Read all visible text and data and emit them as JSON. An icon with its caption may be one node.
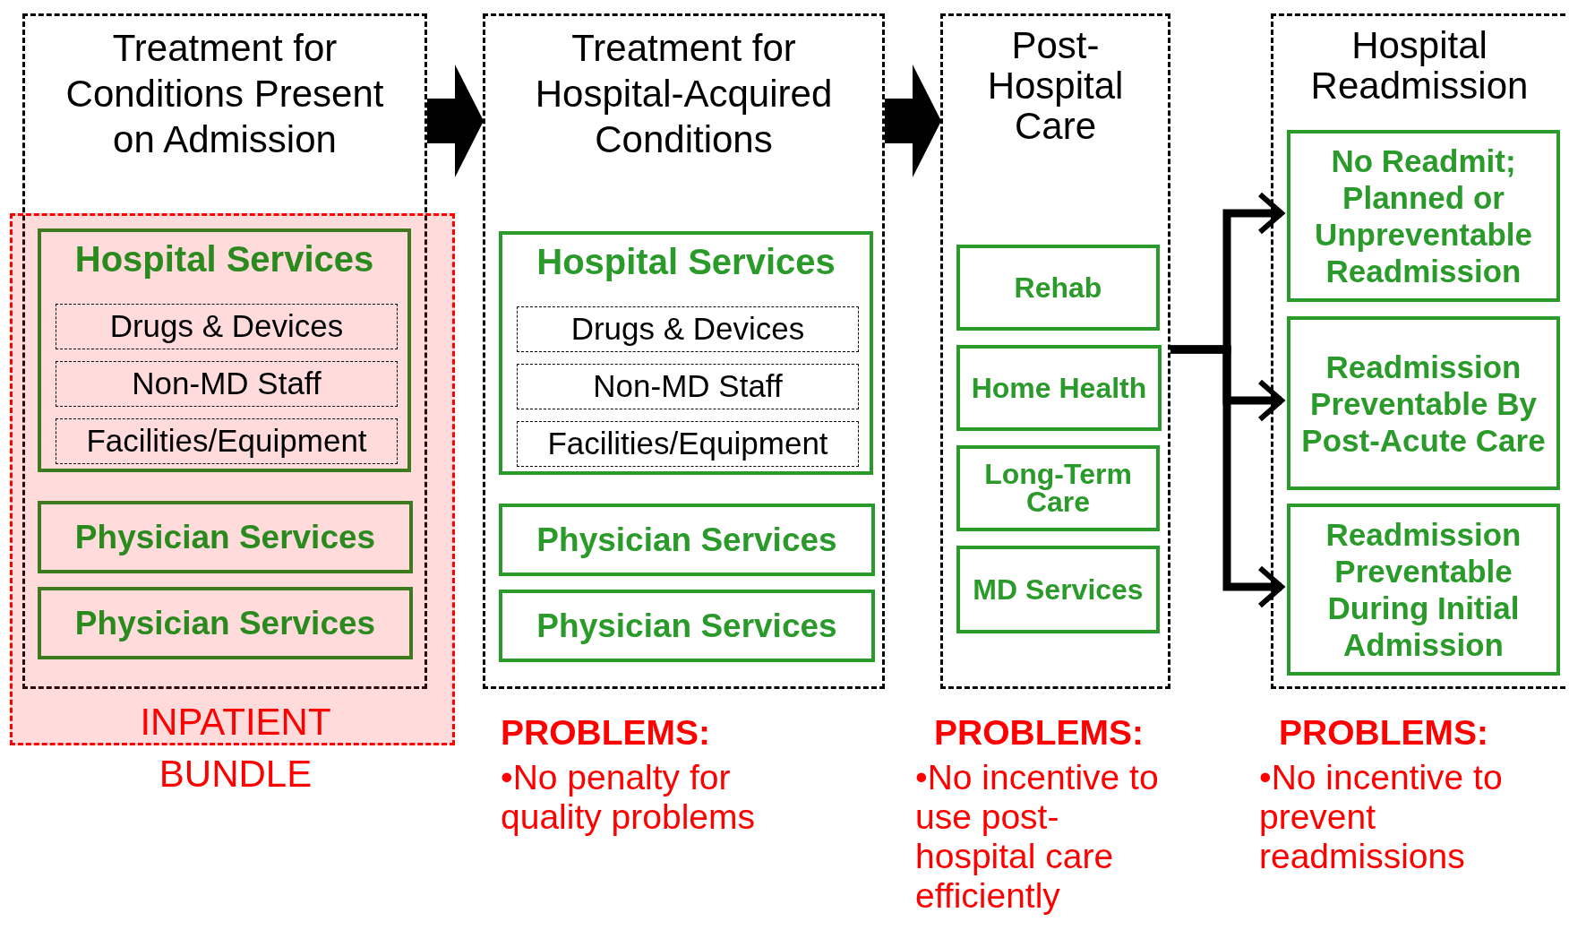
{
  "diagram": {
    "nodes": [
      {
        "text": [
          "Treatment for Conditions Present on Admission"
        ]
      },
      {
        "text": [
          "INPATIENT BUNDLE"
        ]
      },
      {
        "text": [
          "Hospital Services"
        ],
        "in": 1
      },
      {
        "text": [
          "Drugs & Devices"
        ],
        "in": 2
      },
      {
        "text": [
          "Non-MD Staff"
        ],
        "in": 2
      },
      {
        "text": [
          "Facilities/Equipment"
        ],
        "in": 2
      },
      {
        "text": [
          "Physician Services"
        ],
        "in": 1
      },
      {
        "text": [
          "Physician Services"
        ],
        "in": 1
      },
      {
        "text": [
          "Treatment for Hospital-Acquired Conditions"
        ]
      },
      {
        "text": [
          "Hospital Services"
        ],
        "in": 8
      },
      {
        "text": [
          "Drugs & Devices"
        ],
        "in": 9
      },
      {
        "text": [
          "Non-MD Staff"
        ],
        "in": 9
      },
      {
        "text": [
          "Facilities/Equipment"
        ],
        "in": 9
      },
      {
        "text": [
          "Physician Services"
        ],
        "in": 8
      },
      {
        "text": [
          "Physician Services"
        ],
        "in": 8
      },
      {
        "text": [
          "Post-Hospital Care"
        ]
      },
      {
        "text": [
          "Rehab"
        ],
        "in": 15
      },
      {
        "text": [
          "Home Health"
        ],
        "in": 15
      },
      {
        "text": [
          "Long-Term Care"
        ],
        "in": 15
      },
      {
        "text": [
          "MD Services"
        ],
        "in": 15
      },
      {
        "text": [
          "Hospital Readmission"
        ]
      },
      {
        "text": [
          "No Readmit; Planned or Unpreventable Readmission"
        ],
        "in": 20
      },
      {
        "text": [
          "Readmission Preventable By Post-Acute Care"
        ],
        "in": 20
      },
      {
        "text": [
          "Readmission Preventable During Initial Admission"
        ],
        "in": 20
      }
    ],
    "edges": [
      {
        "from": 0,
        "to": 8,
        "arrow": "to",
        "style": "thick"
      },
      {
        "from": 8,
        "to": 15,
        "arrow": "to",
        "style": "thick"
      },
      {
        "from": 15,
        "to": 21,
        "arrow": "to"
      },
      {
        "from": 15,
        "to": 22,
        "arrow": "to"
      },
      {
        "from": 15,
        "to": 23,
        "arrow": "to"
      }
    ],
    "labels": [
      "PROBLEMS:",
      "•No penalty for quality problems",
      "PROBLEMS:",
      "•No incentive to use post-hospital care efficiently",
      "PROBLEMS:",
      "•No incentive to prevent readmissions"
    ]
  }
}
